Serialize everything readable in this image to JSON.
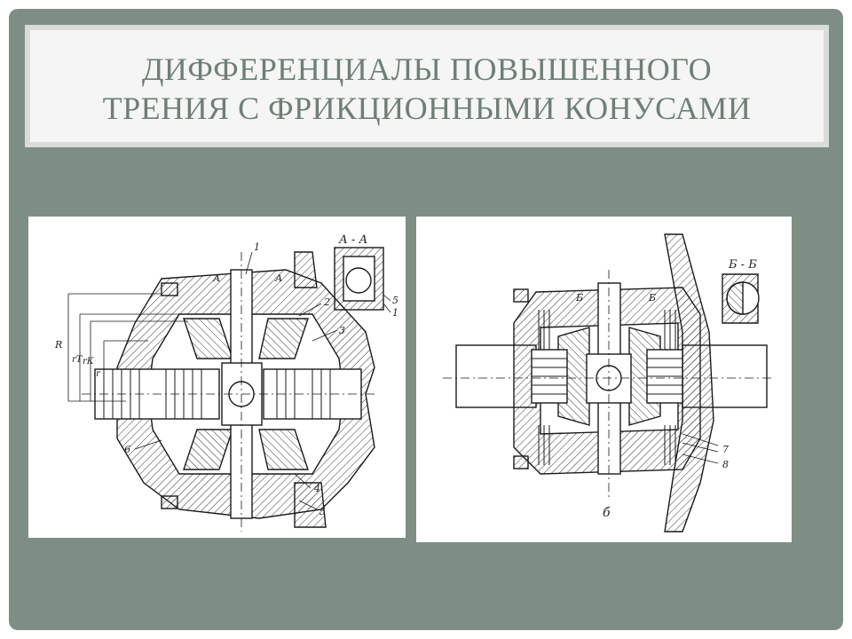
{
  "slide": {
    "title_line1": "ДИФФЕРЕНЦИАЛЫ ПОВЫШЕННОГО",
    "title_line2": "ТРЕНИЯ С ФРИКЦИОННЫМИ КОНУСАМИ"
  },
  "figure_a": {
    "section_label": "А - А",
    "callouts": [
      "1",
      "2",
      "3",
      "4",
      "5",
      "6"
    ],
    "inset_callouts": [
      "5",
      "1"
    ],
    "section_marks": [
      "А",
      "А"
    ],
    "dimension_labels": [
      "R",
      "rТ",
      "rК",
      "r"
    ]
  },
  "figure_b": {
    "section_label": "Б - Б",
    "section_marks": [
      "Б",
      "Б"
    ],
    "callouts": [
      "7",
      "8"
    ],
    "caption": "б"
  },
  "colors": {
    "frame": "#7e8e84",
    "title_text": "#6e7f75",
    "title_box": "#f4f5f4",
    "line": "#1a1a1a"
  }
}
